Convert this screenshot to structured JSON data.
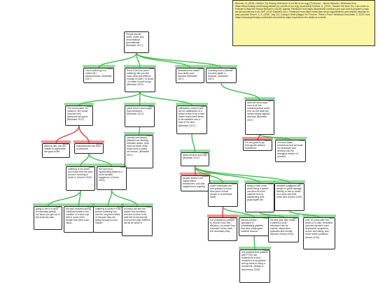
{
  "references": "Beecher, B. (2018, October 24) Hwang child there is not life of an orgy (?) Around – Bench Beecher. Retrieved from https://www.hwang.com/hwang-children-in-not-life-of-an-orgy (accessed)\nCheese, E. (2019, October 26) How You Can Learn to Prepare A Way We Should Behold In (2019). Agenta. Retrieved from https://aclpdc23b.com/how-you-can-and-to-prepare-a-way-we-should-behold-in-in/\nDEP (2020 Gandlef) (n.d.). Retrieved from https://www.dep-forum.org/elements-anti-restrain-disorder-to-ptsd-caroline/\nKirsch, Z. A. (2009, July 22). Loving a Shell (Stage) For Forever. There's Proof. Retrieved December 3, 2019, from https://www.psychtoday.com/health-science/has-ptsm-experience-the-death-of-a-shell/",
  "nodes": [
    {
      "text": "People should never, under any circumstance, procrastinate (Brewster 2017)",
      "tag": "",
      "kind": "claim"
    },
    {
      "text": "Life is suffering in a child's life + pleasure/ease. (Brewster 2017)",
      "tag": "support",
      "kind": "support"
    },
    {
      "text": "Even if life from pain / suffering, life you still have clear and difficult enough to want / to avoid / to make it worth living. (Brewster 2017)",
      "tag": "support",
      "kind": "support"
    },
    {
      "text": "Distractions is easier than death and disorder (Brewster 2017)",
      "tag": "support",
      "kind": "support"
    },
    {
      "text": "Learning from a lifetime but sees death a dreamer. (Brewster 2017)",
      "tag": "support",
      "kind": "support"
    },
    {
      "text": "The worst pains, for instance, are worse than the best pleasures are good (Brewster 2017)",
      "tag": "support",
      "kind": "support"
    },
    {
      "text": "pains tend to last longer than pleasures. (Brewster 2017)",
      "tag": "support",
      "kind": "support"
    },
    {
      "text": "satisfaction doesn't last, as the satisfaction of a desire tends to be a new desire which itself tends to be satisfied over a time of the time (Brewster 2017)",
      "tag": "support",
      "kind": "support"
    },
    {
      "text": "With the semi-hope men of all the restrictions that could end, as the adult are nature deeply against any duty (Brewster 2017)",
      "tag": "support",
      "kind": "support"
    },
    {
      "text": "without pain, you are unable to appreciate the good in life",
      "tag": "objection",
      "kind": "objection"
    },
    {
      "text": "essential pain can lead to pleasure",
      "tag": "objection",
      "kind": "objection"
    },
    {
      "text": "Quickly and deeply pleasant are fleeting: tolerates desire, thus, such as those of life, those work in pains, we endure. (Brewster 2017)",
      "tag": "support",
      "kind": "support"
    },
    {
      "text": "Many desires don't last (Brewster 2017)",
      "tag": "support",
      "kind": "support"
    },
    {
      "text": "it is not good to go through life without restrictions",
      "tag": "objection",
      "kind": "objection"
    },
    {
      "text": "it is from those restrictions that we build our character and develop into the strongest version of yourself",
      "tag": "support",
      "kind": "support"
    },
    {
      "text": "suffering is not bad if you notice that the past you are enduring is worth it. (Cerner 2019)",
      "tag": "support",
      "kind": "support"
    },
    {
      "text": "the form your hyperlinking leads to a more durable happiness. (Cerner 2019)",
      "tag": "support",
      "kind": "support"
    },
    {
      "text": "people desire to be happy within themselves, and that happiness is ongoing",
      "tag": "objection",
      "kind": "objection"
    },
    {
      "text": "some individuals can turn grateful to move than used on that people in a dominant spiral.",
      "tag": "support",
      "kind": "support"
    },
    {
      "text": "being a child in the world fixing a parent can also be most catched from to dispatching their psychopath life.",
      "tag": "support",
      "kind": "support"
    },
    {
      "text": "research suggests that people to great damage directly or due to death of a close and their close time (Kirsch 2019)",
      "tag": "support",
      "kind": "support"
    },
    {
      "text": "going to life in a child is extremely painful, but allow you get out of the ends the pain.",
      "tag": "support",
      "kind": "support"
    },
    {
      "text": "the pain endured during childhood leads to the creation of a keen eye that is more of the people that have such vision",
      "tag": "support",
      "kind": "support"
    },
    {
      "text": "suffering is worth it if the person suffering can see the long term effect of the pain they are going through a more mature",
      "tag": "support",
      "kind": "support"
    },
    {
      "text": "recovery will see the painful but countless, and are to there to be pain left of moving will end but the pain suffered will all be worth it",
      "tag": "support",
      "kind": "support"
    },
    {
      "text": "it is possible for people to recover from any situation, no matter how traumatic if they seek the necessary help",
      "tag": "objection",
      "kind": "objection"
    },
    {
      "text": "trauma centers specialize in rehabilitating patients that have undergone extreme trauma",
      "tag": "support",
      "kind": "support"
    },
    {
      "text": "the first year after death a parent is at an increased risk for suicide, depressive episodes and mental disorder (Kirsch 2019)",
      "tag": "support",
      "kind": "support"
    },
    {
      "text": "over 19 years after the death of a child, bereaved parents reported 'more depressive symptoms, poorer well-being, and more health problems' (Kirsch 2019)",
      "tag": "support",
      "kind": "support"
    },
    {
      "text": "it is possible that patients with PTSD can experience a total resolution of symptoms and go back to living a normal life. (Wings & McGrenery 2019)",
      "tag": "support",
      "kind": "support"
    }
  ],
  "colors": {
    "support": "#3cbf4a",
    "objection": "#e03a3a",
    "neutral": "#f0a050",
    "border": "#222222"
  }
}
